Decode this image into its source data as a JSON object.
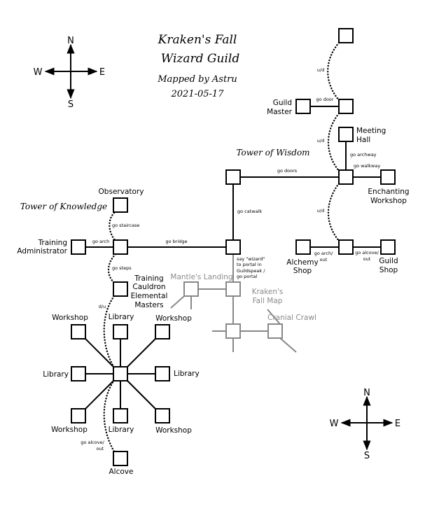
{
  "title": {
    "line1": "Kraken's Fall",
    "line2": "Wizard Guild",
    "mapped_by": "Mapped by Astru",
    "date": "2021-05-17"
  },
  "compass": {
    "n": "N",
    "s": "S",
    "e": "E",
    "w": "W"
  },
  "sections": {
    "wisdom": "Tower of Wisdom",
    "knowledge": "Tower of Knowledge"
  },
  "rooms": {
    "guild_master": [
      "Guild",
      "Master"
    ],
    "meeting_hall": [
      "Meeting",
      "Hall"
    ],
    "enchanting": [
      "Enchanting",
      "Workshop"
    ],
    "alchemy": [
      "Alchemy",
      "Shop"
    ],
    "guild_shop": [
      "Guild",
      "Shop"
    ],
    "observatory": "Observatory",
    "training_admin": [
      "Training",
      "Administrator"
    ],
    "cauldron": [
      "Training",
      "Cauldron",
      "Elemental",
      "Masters"
    ],
    "workshop": "Workshop",
    "library": "Library",
    "alcove": "Alcove"
  },
  "exits": {
    "ud": "u/d",
    "du": "d/u",
    "go_door": "go door",
    "go_archway": "go archway",
    "go_walkway": "go walkway",
    "go_doors": "go doors",
    "go_catwalk": "go catwalk",
    "go_arch_out": [
      "go arch/",
      "out"
    ],
    "go_alcove_out": [
      "go alcove/",
      "out"
    ],
    "go_staircase": "go staircase",
    "go_arch": "go arch",
    "go_bridge": "go bridge",
    "go_steps": "go steps",
    "portal": [
      "say \"wizard\"",
      "to portal in",
      "Guildspeak /",
      "go portal"
    ]
  },
  "overview": {
    "mantles_landing": "Mantle's Landing",
    "map_name": [
      "Kraken's",
      "Fall Map"
    ],
    "cranial_crawl": "Cranial Crawl"
  }
}
